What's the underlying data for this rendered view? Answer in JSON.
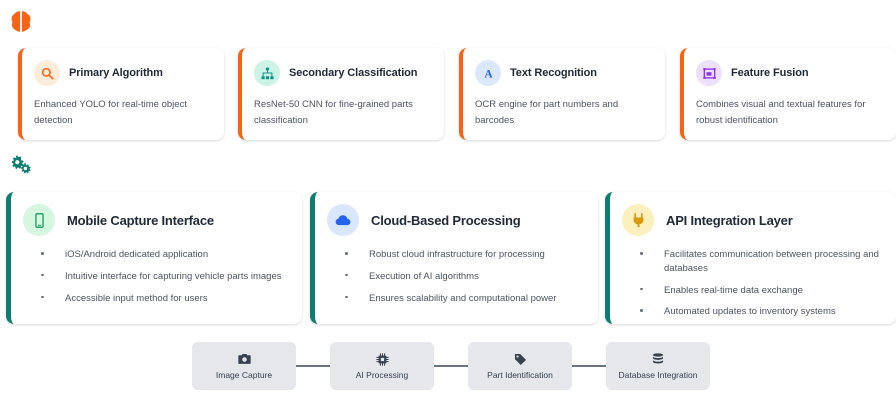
{
  "sections": [
    {
      "marker_icon": "brain-icon",
      "marker_color": "#f96316",
      "accent": "#f96316",
      "cards": [
        {
          "icon": "magnifier-icon",
          "icon_color": "#f96316",
          "icon_bg": "#fdecd9",
          "title": "Primary Algorithm",
          "desc": "Enhanced YOLO for real-time object detection"
        },
        {
          "icon": "sitemap-icon",
          "icon_color": "#0d9488",
          "icon_bg": "#cdf3e7",
          "title": "Secondary Classification",
          "desc": "ResNet-50 CNN for fine-grained parts classification"
        },
        {
          "icon": "font-letter-a-icon",
          "icon_color": "#2563eb",
          "icon_bg": "#dbe8fb",
          "title": "Text Recognition",
          "desc": "OCR engine for part numbers and barcodes"
        },
        {
          "icon": "object-group-icon",
          "icon_color": "#8b2ef0",
          "icon_bg": "#ece0fb",
          "title": "Feature Fusion",
          "desc": "Combines visual and textual features for robust identification"
        }
      ]
    },
    {
      "marker_icon": "gears-icon",
      "marker_color": "#0d7d72",
      "accent": "#0d7d72",
      "cards": [
        {
          "icon": "mobile-phone-icon",
          "icon_color": "#22a06b",
          "icon_bg": "#d5f7df",
          "title": "Mobile Capture Interface",
          "bullets": [
            "iOS/Android dedicated application",
            "Intuitive interface for capturing vehicle parts images",
            "Accessible input method for users"
          ]
        },
        {
          "icon": "cloud-icon",
          "icon_color": "#2563eb",
          "icon_bg": "#d9e6fb",
          "title": "Cloud-Based Processing",
          "bullets": [
            "Robust cloud infrastructure for processing",
            "Execution of AI algorithms",
            "Ensures scalability and computational power"
          ]
        },
        {
          "icon": "plug-icon",
          "icon_color": "#d99a0b",
          "icon_bg": "#fcf0bf",
          "title": "API Integration Layer",
          "bullets": [
            "Facilitates communication between processing and databases",
            "Enables real-time data exchange",
            "Automated updates to inventory systems"
          ]
        }
      ]
    }
  ],
  "flow": {
    "connector_color": "#6b7280",
    "box_bg": "#e5e7eb",
    "steps": [
      {
        "icon": "camera-icon",
        "label": "Image Capture"
      },
      {
        "icon": "microchip-icon",
        "label": "AI Processing"
      },
      {
        "icon": "tag-icon",
        "label": "Part Identification"
      },
      {
        "icon": "database-icon",
        "label": "Database Integration"
      }
    ]
  }
}
